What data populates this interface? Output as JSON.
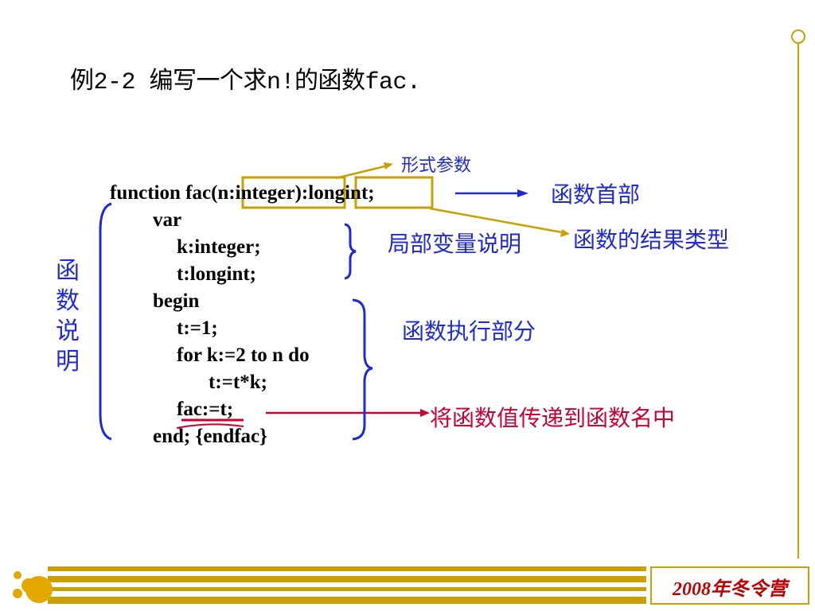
{
  "slide": {
    "title": "例2-2 编写一个求n!的函数fac.",
    "code_lines": [
      "function fac(n:integer):longint;",
      "var",
      "k:integer;",
      "t:longint;",
      "begin",
      "t:=1;",
      "for k:=2 to n do",
      "t:=t*k;",
      "fac:=t;",
      "end;  {endfac}"
    ],
    "annotations": {
      "formal_params": "形式参数",
      "function_header": "函数首部",
      "result_type": "函数的结果类型",
      "local_vars": "局部变量说明",
      "exec_part": "函数执行部分",
      "pass_value": "将函数值传递到函数名中"
    },
    "side_label": [
      "函",
      "数",
      "说",
      "明"
    ],
    "footer": "2008年冬令营"
  },
  "colors": {
    "accent_gold": "#c8a000",
    "text_blue": "#1f2ad6",
    "text_red": "#cc0033",
    "footer_red": "#c00000"
  }
}
